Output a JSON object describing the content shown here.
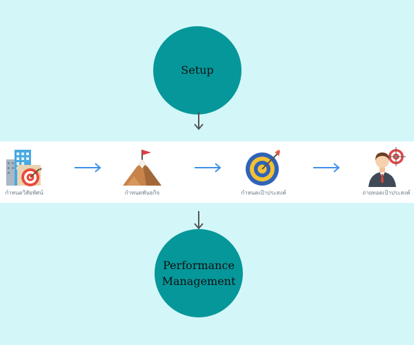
{
  "nodes": {
    "setup": "Setup",
    "performance_line1": "Performance",
    "performance_line2": "Management"
  },
  "steps": [
    {
      "icon": "building-target-icon",
      "label": "กำหนดวิสัยทัศน์"
    },
    {
      "icon": "mountain-flag-icon",
      "label": "กำหนดพันธกิจ"
    },
    {
      "icon": "target-arrow-icon",
      "label": "กำหนดเป้าประสงค์"
    },
    {
      "icon": "businessman-target-icon",
      "label": "ถ่ายทอดเป้าประสงค์"
    }
  ],
  "colors": {
    "background": "#d3f7f8",
    "node_fill": "#06979a",
    "band": "#ffffff",
    "step_arrow": "#3d8fe8",
    "flow_arrow": "#555555"
  }
}
